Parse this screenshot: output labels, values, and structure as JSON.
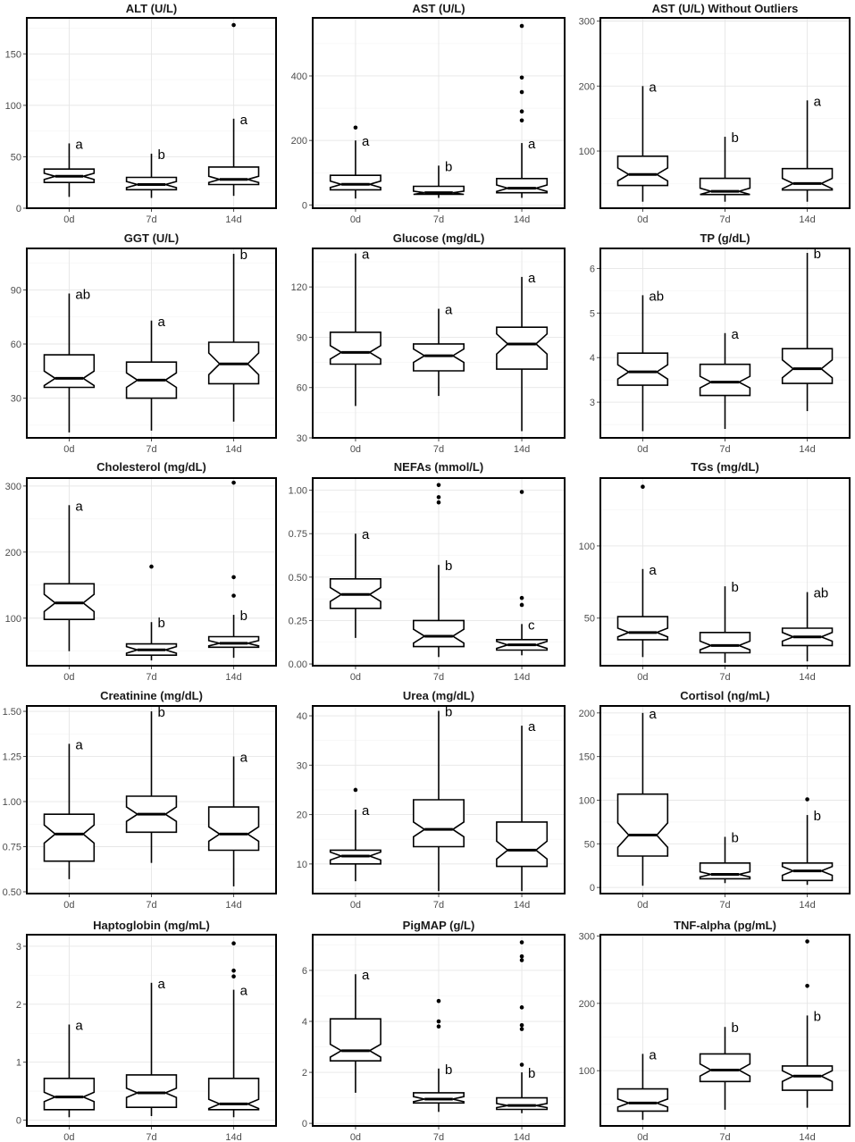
{
  "chart_data": [
    {
      "type": "box",
      "title": "ALT (U/L)",
      "categories": [
        "0d",
        "7d",
        "14d"
      ],
      "ylim": [
        0,
        185
      ],
      "yticks": [
        0,
        50,
        100,
        150
      ],
      "ytick_labels": [
        "0",
        "50",
        "100",
        "150"
      ],
      "boxes": [
        {
          "min": 11,
          "q1": 25,
          "median": 31,
          "q3": 38,
          "max": 63,
          "notch_lo": 28,
          "notch_hi": 34,
          "outliers": [],
          "letter": "a",
          "letter_y": 63
        },
        {
          "min": 10,
          "q1": 18,
          "median": 23,
          "q3": 30,
          "max": 53,
          "notch_lo": 20,
          "notch_hi": 26,
          "outliers": [],
          "letter": "b",
          "letter_y": 53
        },
        {
          "min": 12,
          "q1": 23,
          "median": 28,
          "q3": 40,
          "max": 87,
          "notch_lo": 25,
          "notch_hi": 31,
          "outliers": [
            178
          ],
          "letter": "a",
          "letter_y": 87
        }
      ]
    },
    {
      "type": "box",
      "title": "AST (U/L)",
      "categories": [
        "0d",
        "7d",
        "14d"
      ],
      "ylim": [
        -10,
        580
      ],
      "yticks": [
        0,
        200,
        400
      ],
      "ytick_labels": [
        "0",
        "200",
        "400"
      ],
      "boxes": [
        {
          "min": 20,
          "q1": 47,
          "median": 64,
          "q3": 92,
          "max": 200,
          "notch_lo": 54,
          "notch_hi": 74,
          "outliers": [
            240
          ],
          "letter": "a",
          "letter_y": 200
        },
        {
          "min": 22,
          "q1": 33,
          "median": 38,
          "q3": 58,
          "max": 122,
          "notch_lo": 33,
          "notch_hi": 43,
          "outliers": [],
          "letter": "b",
          "letter_y": 122
        },
        {
          "min": 22,
          "q1": 38,
          "median": 52,
          "q3": 82,
          "max": 192,
          "notch_lo": 42,
          "notch_hi": 62,
          "outliers": [
            262,
            290,
            350,
            395,
            555
          ],
          "letter": "a",
          "letter_y": 192
        }
      ]
    },
    {
      "type": "box",
      "title": "AST (U/L) Without Outliers",
      "categories": [
        "0d",
        "7d",
        "14d"
      ],
      "ylim": [
        12,
        305
      ],
      "yticks": [
        100,
        200,
        300
      ],
      "ytick_labels": [
        "100",
        "200",
        "300"
      ],
      "boxes": [
        {
          "min": 22,
          "q1": 47,
          "median": 64,
          "q3": 92,
          "max": 200,
          "notch_lo": 54,
          "notch_hi": 74,
          "outliers": [],
          "letter": "a",
          "letter_y": 200
        },
        {
          "min": 22,
          "q1": 33,
          "median": 38,
          "q3": 58,
          "max": 122,
          "notch_lo": 33,
          "notch_hi": 43,
          "outliers": [],
          "letter": "b",
          "letter_y": 122
        },
        {
          "min": 22,
          "q1": 40,
          "median": 50,
          "q3": 73,
          "max": 178,
          "notch_lo": 42,
          "notch_hi": 58,
          "outliers": [],
          "letter": "a",
          "letter_y": 178
        }
      ]
    },
    {
      "type": "box",
      "title": "GGT (U/L)",
      "categories": [
        "0d",
        "7d",
        "14d"
      ],
      "ylim": [
        8,
        113
      ],
      "yticks": [
        30,
        60,
        90
      ],
      "ytick_labels": [
        "30",
        "60",
        "90"
      ],
      "boxes": [
        {
          "min": 11,
          "q1": 36,
          "median": 41,
          "q3": 54,
          "max": 88,
          "notch_lo": 37,
          "notch_hi": 45,
          "outliers": [],
          "letter": "ab",
          "letter_y": 88
        },
        {
          "min": 12,
          "q1": 30,
          "median": 40,
          "q3": 50,
          "max": 73,
          "notch_lo": 36,
          "notch_hi": 44,
          "outliers": [],
          "letter": "a",
          "letter_y": 73
        },
        {
          "min": 17,
          "q1": 38,
          "median": 49,
          "q3": 61,
          "max": 110,
          "notch_lo": 43,
          "notch_hi": 55,
          "outliers": [],
          "letter": "b",
          "letter_y": 110
        }
      ]
    },
    {
      "type": "box",
      "title": "Glucose (mg/dL)",
      "categories": [
        "0d",
        "7d",
        "14d"
      ],
      "ylim": [
        30,
        143
      ],
      "yticks": [
        30,
        60,
        90,
        120
      ],
      "ytick_labels": [
        "30",
        "60",
        "90",
        "120"
      ],
      "boxes": [
        {
          "min": 49,
          "q1": 74,
          "median": 81,
          "q3": 93,
          "max": 140,
          "notch_lo": 77,
          "notch_hi": 85,
          "outliers": [],
          "letter": "a",
          "letter_y": 140
        },
        {
          "min": 55,
          "q1": 70,
          "median": 79,
          "q3": 86,
          "max": 107,
          "notch_lo": 75,
          "notch_hi": 83,
          "outliers": [],
          "letter": "a",
          "letter_y": 107
        },
        {
          "min": 34,
          "q1": 71,
          "median": 86,
          "q3": 96,
          "max": 126,
          "notch_lo": 80,
          "notch_hi": 92,
          "outliers": [],
          "letter": "a",
          "letter_y": 126
        }
      ]
    },
    {
      "type": "box",
      "title": "TP (g/dL)",
      "categories": [
        "0d",
        "7d",
        "14d"
      ],
      "ylim": [
        2.2,
        6.45
      ],
      "yticks": [
        3,
        4,
        5,
        6
      ],
      "ytick_labels": [
        "3",
        "4",
        "5",
        "6"
      ],
      "boxes": [
        {
          "min": 2.35,
          "q1": 3.38,
          "median": 3.68,
          "q3": 4.1,
          "max": 5.4,
          "notch_lo": 3.52,
          "notch_hi": 3.84,
          "outliers": [],
          "letter": "ab",
          "letter_y": 5.4
        },
        {
          "min": 2.4,
          "q1": 3.15,
          "median": 3.45,
          "q3": 3.85,
          "max": 4.55,
          "notch_lo": 3.32,
          "notch_hi": 3.58,
          "outliers": [],
          "letter": "a",
          "letter_y": 4.55
        },
        {
          "min": 2.8,
          "q1": 3.42,
          "median": 3.75,
          "q3": 4.2,
          "max": 6.35,
          "notch_lo": 3.55,
          "notch_hi": 3.95,
          "outliers": [],
          "letter": "b",
          "letter_y": 6.35
        }
      ]
    },
    {
      "type": "box",
      "title": "Cholesterol (mg/dL)",
      "categories": [
        "0d",
        "7d",
        "14d"
      ],
      "ylim": [
        28,
        312
      ],
      "yticks": [
        100,
        200,
        300
      ],
      "ytick_labels": [
        "100",
        "200",
        "300"
      ],
      "boxes": [
        {
          "min": 50,
          "q1": 98,
          "median": 123,
          "q3": 152,
          "max": 271,
          "notch_lo": 110,
          "notch_hi": 136,
          "outliers": [],
          "letter": "a",
          "letter_y": 271
        },
        {
          "min": 36,
          "q1": 44,
          "median": 52,
          "q3": 61,
          "max": 94,
          "notch_lo": 47,
          "notch_hi": 57,
          "outliers": [
            178
          ],
          "letter": "b",
          "letter_y": 94
        },
        {
          "min": 40,
          "q1": 56,
          "median": 62,
          "q3": 72,
          "max": 105,
          "notch_lo": 58,
          "notch_hi": 66,
          "outliers": [
            134,
            162,
            305
          ],
          "letter": "b",
          "letter_y": 105
        }
      ]
    },
    {
      "type": "box",
      "title": "NEFAs (mmol/L)",
      "categories": [
        "0d",
        "7d",
        "14d"
      ],
      "ylim": [
        -0.01,
        1.07
      ],
      "yticks": [
        0,
        0.25,
        0.5,
        0.75,
        1
      ],
      "ytick_labels": [
        "0.00",
        "0.25",
        "0.50",
        "0.75",
        "1.00"
      ],
      "boxes": [
        {
          "min": 0.15,
          "q1": 0.32,
          "median": 0.4,
          "q3": 0.49,
          "max": 0.75,
          "notch_lo": 0.36,
          "notch_hi": 0.44,
          "outliers": [],
          "letter": "a",
          "letter_y": 0.75
        },
        {
          "min": 0.04,
          "q1": 0.1,
          "median": 0.16,
          "q3": 0.25,
          "max": 0.57,
          "notch_lo": 0.12,
          "notch_hi": 0.2,
          "outliers": [
            0.93,
            0.96,
            1.03
          ],
          "letter": "b",
          "letter_y": 0.57
        },
        {
          "min": 0.05,
          "q1": 0.08,
          "median": 0.11,
          "q3": 0.14,
          "max": 0.23,
          "notch_lo": 0.09,
          "notch_hi": 0.13,
          "outliers": [
            0.34,
            0.38,
            0.99
          ],
          "letter": "c",
          "letter_y": 0.23
        }
      ]
    },
    {
      "type": "box",
      "title": "TGs (mg/dL)",
      "categories": [
        "0d",
        "7d",
        "14d"
      ],
      "ylim": [
        17,
        147
      ],
      "yticks": [
        50,
        100
      ],
      "ytick_labels": [
        "50",
        "100"
      ],
      "boxes": [
        {
          "min": 23,
          "q1": 35,
          "median": 40,
          "q3": 51,
          "max": 84,
          "notch_lo": 37,
          "notch_hi": 43,
          "outliers": [
            141
          ],
          "letter": "a",
          "letter_y": 84
        },
        {
          "min": 19,
          "q1": 26,
          "median": 31,
          "q3": 40,
          "max": 72,
          "notch_lo": 28,
          "notch_hi": 34,
          "outliers": [],
          "letter": "b",
          "letter_y": 72
        },
        {
          "min": 20,
          "q1": 31,
          "median": 37,
          "q3": 43,
          "max": 68,
          "notch_lo": 34,
          "notch_hi": 40,
          "outliers": [],
          "letter": "ab",
          "letter_y": 68
        }
      ]
    },
    {
      "type": "box",
      "title": "Creatinine (mg/dL)",
      "categories": [
        "0d",
        "7d",
        "14d"
      ],
      "ylim": [
        0.49,
        1.53
      ],
      "yticks": [
        0.5,
        0.75,
        1,
        1.25,
        1.5
      ],
      "ytick_labels": [
        "0.50",
        "0.75",
        "1.00",
        "1.25",
        "1.50"
      ],
      "boxes": [
        {
          "min": 0.57,
          "q1": 0.67,
          "median": 0.82,
          "q3": 0.93,
          "max": 1.32,
          "notch_lo": 0.77,
          "notch_hi": 0.87,
          "outliers": [],
          "letter": "a",
          "letter_y": 1.32
        },
        {
          "min": 0.66,
          "q1": 0.83,
          "median": 0.93,
          "q3": 1.03,
          "max": 1.5,
          "notch_lo": 0.89,
          "notch_hi": 0.97,
          "outliers": [],
          "letter": "b",
          "letter_y": 1.5
        },
        {
          "min": 0.53,
          "q1": 0.73,
          "median": 0.82,
          "q3": 0.97,
          "max": 1.25,
          "notch_lo": 0.78,
          "notch_hi": 0.86,
          "outliers": [],
          "letter": "a",
          "letter_y": 1.25
        }
      ]
    },
    {
      "type": "box",
      "title": "Urea (mg/dL)",
      "categories": [
        "0d",
        "7d",
        "14d"
      ],
      "ylim": [
        4,
        42
      ],
      "yticks": [
        10,
        20,
        30,
        40
      ],
      "ytick_labels": [
        "10",
        "20",
        "30",
        "40"
      ],
      "boxes": [
        {
          "min": 6.5,
          "q1": 10,
          "median": 11.6,
          "q3": 12.8,
          "max": 21,
          "notch_lo": 10.8,
          "notch_hi": 12.4,
          "outliers": [
            25
          ],
          "letter": "a",
          "letter_y": 21
        },
        {
          "min": 4.5,
          "q1": 13.5,
          "median": 17,
          "q3": 23,
          "max": 41,
          "notch_lo": 15.5,
          "notch_hi": 18.5,
          "outliers": [],
          "letter": "b",
          "letter_y": 41
        },
        {
          "min": 4.5,
          "q1": 9.5,
          "median": 12.8,
          "q3": 18.5,
          "max": 38,
          "notch_lo": 11,
          "notch_hi": 14.6,
          "outliers": [],
          "letter": "a",
          "letter_y": 38
        }
      ]
    },
    {
      "type": "box",
      "title": "Cortisol (ng/mL)",
      "categories": [
        "0d",
        "7d",
        "14d"
      ],
      "ylim": [
        -7,
        208
      ],
      "yticks": [
        0,
        50,
        100,
        150,
        200
      ],
      "ytick_labels": [
        "0",
        "50",
        "100",
        "150",
        "200"
      ],
      "boxes": [
        {
          "min": 2,
          "q1": 36,
          "median": 60,
          "q3": 107,
          "max": 200,
          "notch_lo": 46,
          "notch_hi": 74,
          "outliers": [],
          "letter": "a",
          "letter_y": 200
        },
        {
          "min": 5,
          "q1": 10,
          "median": 15,
          "q3": 28,
          "max": 58,
          "notch_lo": 12,
          "notch_hi": 18,
          "outliers": [],
          "letter": "b",
          "letter_y": 58
        },
        {
          "min": 3,
          "q1": 8,
          "median": 19,
          "q3": 28,
          "max": 83,
          "notch_lo": 14,
          "notch_hi": 24,
          "outliers": [
            101
          ],
          "letter": "b",
          "letter_y": 83
        }
      ]
    },
    {
      "type": "box",
      "title": "Haptoglobin (mg/mL)",
      "categories": [
        "0d",
        "7d",
        "14d"
      ],
      "ylim": [
        -0.1,
        3.2
      ],
      "yticks": [
        0,
        1,
        2,
        3
      ],
      "ytick_labels": [
        "0",
        "1",
        "2",
        "3"
      ],
      "boxes": [
        {
          "min": 0.05,
          "q1": 0.18,
          "median": 0.4,
          "q3": 0.72,
          "max": 1.65,
          "notch_lo": 0.32,
          "notch_hi": 0.48,
          "outliers": [],
          "letter": "a",
          "letter_y": 1.65
        },
        {
          "min": 0.07,
          "q1": 0.22,
          "median": 0.47,
          "q3": 0.78,
          "max": 2.37,
          "notch_lo": 0.39,
          "notch_hi": 0.55,
          "outliers": [],
          "letter": "a",
          "letter_y": 2.37
        },
        {
          "min": 0.05,
          "q1": 0.18,
          "median": 0.28,
          "q3": 0.72,
          "max": 2.25,
          "notch_lo": 0.2,
          "notch_hi": 0.36,
          "outliers": [
            2.48,
            2.58,
            3.05
          ],
          "letter": "a",
          "letter_y": 2.25
        }
      ]
    },
    {
      "type": "box",
      "title": "PigMAP (g/L)",
      "categories": [
        "0d",
        "7d",
        "14d"
      ],
      "ylim": [
        -0.1,
        7.4
      ],
      "yticks": [
        0,
        2,
        4,
        6
      ],
      "ytick_labels": [
        "0",
        "2",
        "4",
        "6"
      ],
      "boxes": [
        {
          "min": 1.2,
          "q1": 2.45,
          "median": 2.85,
          "q3": 4.1,
          "max": 5.85,
          "notch_lo": 2.6,
          "notch_hi": 3.1,
          "outliers": [],
          "letter": "a",
          "letter_y": 5.85
        },
        {
          "min": 0.45,
          "q1": 0.8,
          "median": 0.95,
          "q3": 1.2,
          "max": 2.15,
          "notch_lo": 0.85,
          "notch_hi": 1.05,
          "outliers": [
            3.8,
            4.0,
            4.8
          ],
          "letter": "b",
          "letter_y": 2.15
        },
        {
          "min": 0.4,
          "q1": 0.55,
          "median": 0.7,
          "q3": 1.0,
          "max": 2.0,
          "notch_lo": 0.62,
          "notch_hi": 0.78,
          "outliers": [
            2.3,
            3.7,
            3.85,
            4.55,
            6.4,
            6.55,
            7.1
          ],
          "letter": "b",
          "letter_y": 2.0
        }
      ]
    },
    {
      "type": "box",
      "title": "TNF-alpha (pg/mL)",
      "categories": [
        "0d",
        "7d",
        "14d"
      ],
      "ylim": [
        18,
        302
      ],
      "yticks": [
        100,
        200,
        300
      ],
      "ytick_labels": [
        "100",
        "200",
        "300"
      ],
      "boxes": [
        {
          "min": 27,
          "q1": 40,
          "median": 52,
          "q3": 73,
          "max": 125,
          "notch_lo": 46,
          "notch_hi": 58,
          "outliers": [],
          "letter": "a",
          "letter_y": 125
        },
        {
          "min": 42,
          "q1": 84,
          "median": 101,
          "q3": 125,
          "max": 165,
          "notch_lo": 92,
          "notch_hi": 110,
          "outliers": [],
          "letter": "b",
          "letter_y": 165
        },
        {
          "min": 45,
          "q1": 71,
          "median": 92,
          "q3": 107,
          "max": 182,
          "notch_lo": 84,
          "notch_hi": 100,
          "outliers": [
            226,
            292
          ],
          "letter": "b",
          "letter_y": 182
        }
      ]
    }
  ]
}
